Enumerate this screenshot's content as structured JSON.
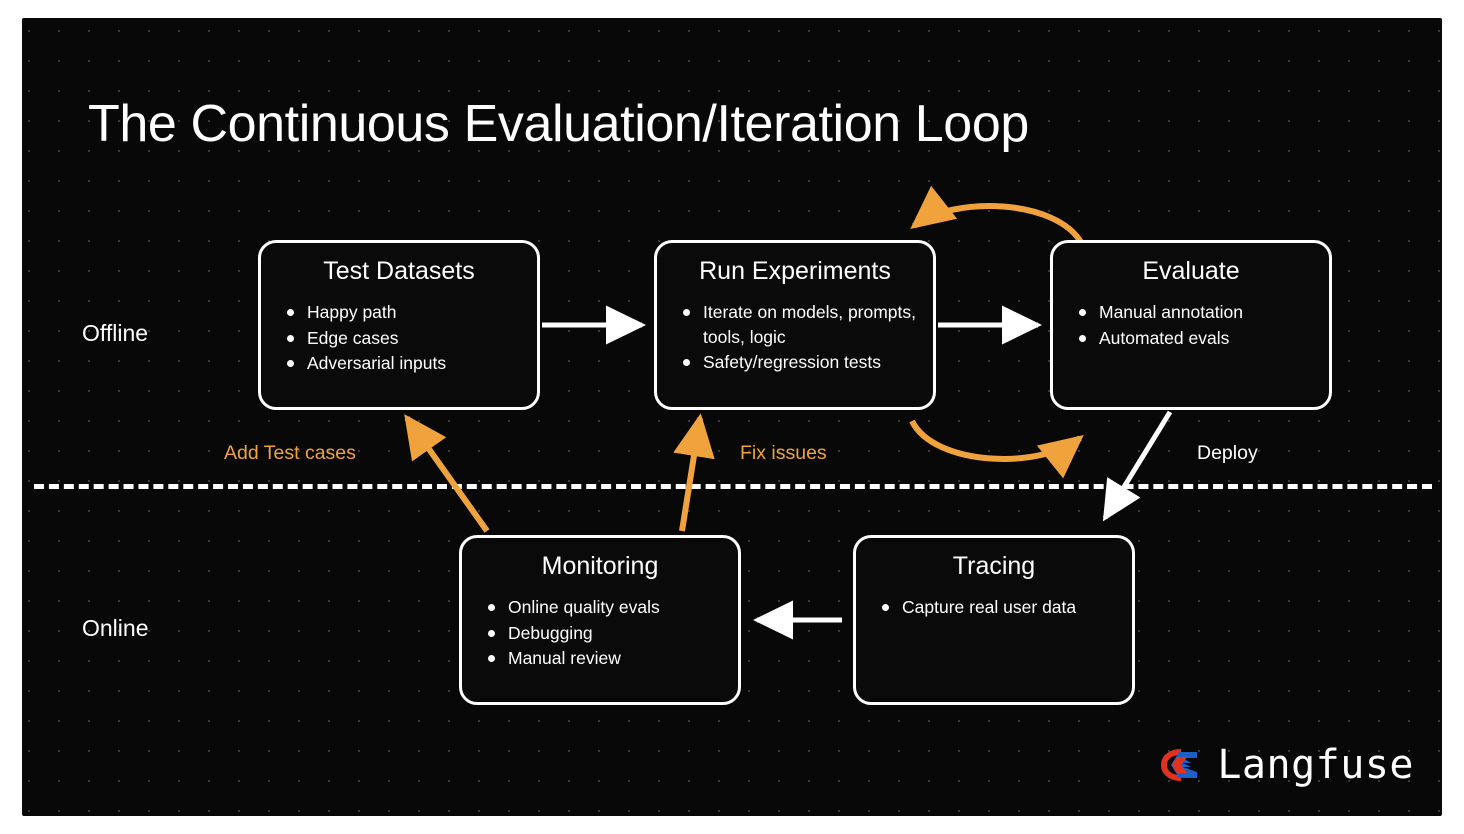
{
  "title": "The Continuous Evaluation/Iteration Loop",
  "lanes": {
    "offline": "Offline",
    "online": "Online"
  },
  "colors": {
    "background": "#080808",
    "frame": "#ffffff",
    "node_border": "#ffffff",
    "text": "#ffffff",
    "accent_orange": "#f0a33c",
    "logo_red": "#e0321e",
    "logo_blue": "#1b60c8"
  },
  "nodes": {
    "test_datasets": {
      "title": "Test Datasets",
      "items": [
        "Happy path",
        "Edge cases",
        "Adversarial inputs"
      ]
    },
    "run_experiments": {
      "title": "Run Experiments",
      "items": [
        "Iterate on models, prompts, tools, logic",
        "Safety/regression tests"
      ]
    },
    "evaluate": {
      "title": "Evaluate",
      "items": [
        "Manual annotation",
        "Automated evals"
      ]
    },
    "monitoring": {
      "title": "Monitoring",
      "items": [
        "Online quality evals",
        "Debugging",
        "Manual review"
      ]
    },
    "tracing": {
      "title": "Tracing",
      "items": [
        "Capture real user data"
      ]
    }
  },
  "edges": {
    "add_test_cases": "Add Test cases",
    "fix_issues": "Fix issues",
    "deploy": "Deploy"
  },
  "logo": {
    "name": "Langfuse",
    "mark": "langfuse-logo-icon"
  }
}
